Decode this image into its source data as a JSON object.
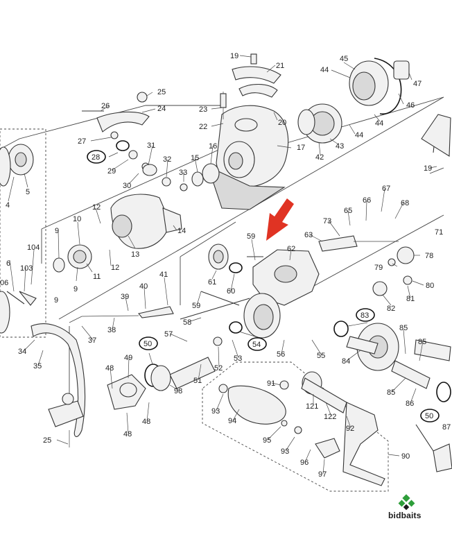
{
  "diagram": {
    "labels": {
      "p1": "19",
      "p2": "21",
      "p3": "45",
      "p4": "44",
      "p5": "47",
      "p6": "26",
      "p7": "25",
      "p8": "24",
      "p9": "23",
      "p10": "22",
      "p11": "20",
      "p12": "46",
      "p13": "43",
      "p14": "42",
      "p15": "44",
      "p16": "44",
      "p17": "17",
      "p18": "27",
      "p19": "28",
      "p20": "29",
      "p21": "31",
      "p22": "30",
      "p23": "32",
      "p24": "33",
      "p25": "15",
      "p26": "16",
      "p27": "19",
      "p28": "4",
      "p29": "5",
      "p30": "10",
      "p31": "12",
      "p32": "9",
      "p33": "104",
      "p34": "13",
      "p35": "14",
      "p36": "12",
      "p37": "6",
      "p38": "103",
      "p39": "06",
      "p40": "11",
      "p41": "9",
      "p42": "9",
      "p43": "67",
      "p44": "66",
      "p45": "68",
      "p46": "65",
      "p47": "73",
      "p48": "71",
      "p49": "63",
      "p50": "59",
      "p51": "62",
      "p52": "78",
      "p53": "79",
      "p54": "80",
      "p55": "81",
      "p56": "82",
      "p57": "61",
      "p58": "60",
      "p59": "59",
      "p60": "41",
      "p61": "40",
      "p62": "39",
      "p63": "38",
      "p64": "37",
      "p65": "58",
      "p66": "57",
      "p67": "83",
      "p68": "85",
      "p69": "34",
      "p70": "35",
      "p71": "50",
      "p72": "49",
      "p73": "48",
      "p74": "54",
      "p75": "53",
      "p76": "52",
      "p77": "56",
      "p78": "55",
      "p79": "84",
      "p80": "85",
      "p81": "51",
      "p82": "98",
      "p83": "91",
      "p84": "86",
      "p85": "85",
      "p86": "50",
      "p87": "87",
      "p88": "48",
      "p89": "48",
      "p90": "93",
      "p91": "121",
      "p92": "122",
      "p93": "92",
      "p94": "94",
      "p95": "95",
      "p96": "93",
      "p97": "96",
      "p98": "97",
      "p99": "90",
      "p100": "25"
    },
    "highlight_color": "#e03323",
    "brand_color": "#2e9e3a"
  },
  "brand": {
    "name": "bidbaits",
    "icon": "bidbaits-logo-icon"
  }
}
